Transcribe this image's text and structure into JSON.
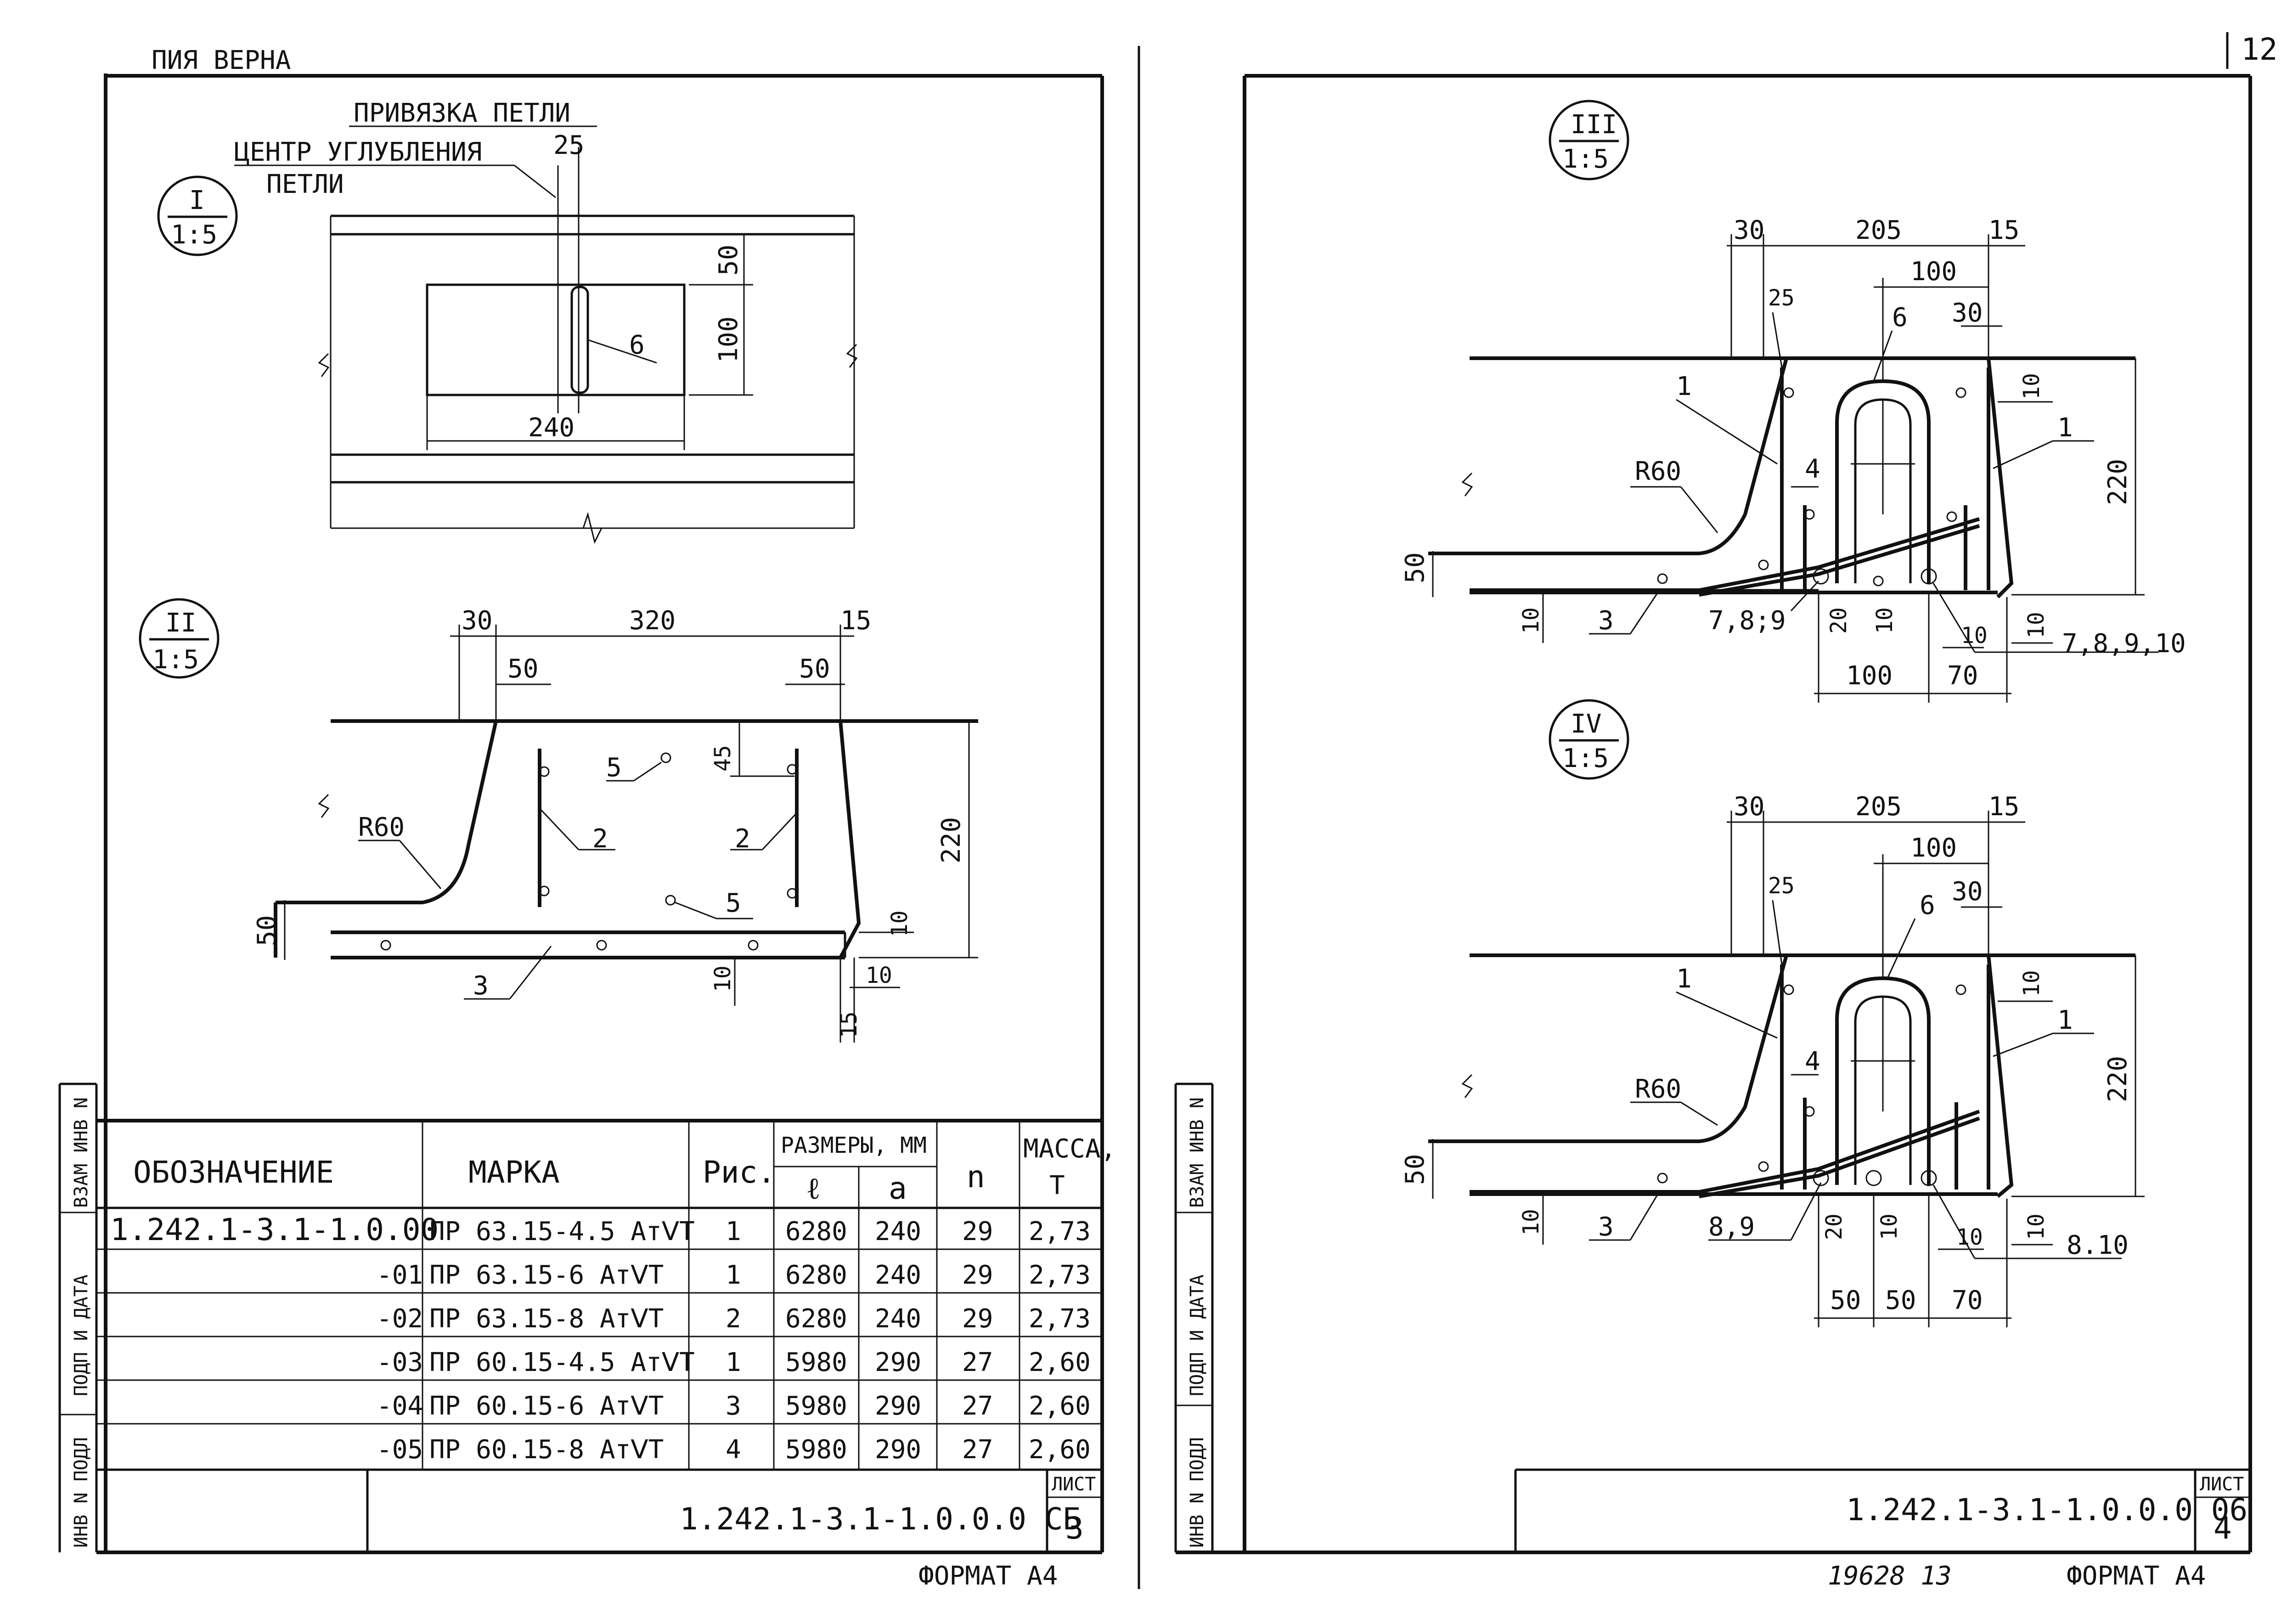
{
  "header": {
    "copy_note": "ПИЯ ВЕРНА",
    "page_number": "12"
  },
  "sheet3": {
    "detail1": {
      "label_num": "I",
      "label_scale": "1:5",
      "anchor_title": "ПРИВЯЗКА ПЕТЛИ",
      "center_label_1": "ЦЕНТР УГЛУБЛЕНИЯ",
      "center_label_2": "ПЕТЛИ",
      "dims": {
        "d25": "25",
        "d50": "50",
        "d100": "100",
        "d240": "240"
      },
      "part": "6"
    },
    "detail2": {
      "label_num": "II",
      "label_scale": "1:5",
      "dims": {
        "d30": "30",
        "d320": "320",
        "d15": "15",
        "d50a": "50",
        "d50b": "50",
        "d45": "45",
        "d220": "220",
        "d50side": "50",
        "d10a": "10",
        "d10b": "10",
        "d10c": "10",
        "d15b": "15"
      },
      "radius": "R60",
      "parts": {
        "p2a": "2",
        "p2b": "2",
        "p3": "3",
        "p5a": "5",
        "p5b": "5"
      }
    },
    "side_stamp": {
      "s1": "ВЗАМ ИНВ N",
      "s2": "ПОДП И ДАТА",
      "s3": "ИНВ N ПОДЛ"
    },
    "table": {
      "headers": {
        "designation": "ОБОЗНАЧЕНИЕ",
        "mark": "МАРКА",
        "fig": "Рис.",
        "dims": "РАЗМЕРЫ, ММ",
        "l": "ℓ",
        "a": "a",
        "n": "n",
        "mass_1": "МАССА,",
        "mass_2": "Т"
      },
      "rows": [
        {
          "designation": "1.242.1-3.1-1.0.00",
          "mark": "ПР 63.15-4.5 АтⅤТ",
          "fig": "1",
          "l": "6280",
          "a": "240",
          "n": "29",
          "mass": "2,73"
        },
        {
          "designation": "-01",
          "mark": "ПР 63.15-6 АтⅤТ",
          "fig": "1",
          "l": "6280",
          "a": "240",
          "n": "29",
          "mass": "2,73"
        },
        {
          "designation": "-02",
          "mark": "ПР 63.15-8 АтⅤТ",
          "fig": "2",
          "l": "6280",
          "a": "240",
          "n": "29",
          "mass": "2,73"
        },
        {
          "designation": "-03",
          "mark": "ПР 60.15-4.5 АтⅤТ",
          "fig": "1",
          "l": "5980",
          "a": "290",
          "n": "27",
          "mass": "2,60"
        },
        {
          "designation": "-04",
          "mark": "ПР 60.15-6 АтⅤТ",
          "fig": "3",
          "l": "5980",
          "a": "290",
          "n": "27",
          "mass": "2,60"
        },
        {
          "designation": "-05",
          "mark": "ПР 60.15-8 АтⅤТ",
          "fig": "4",
          "l": "5980",
          "a": "290",
          "n": "27",
          "mass": "2,60"
        }
      ]
    },
    "title_block": {
      "code": "1.242.1-3.1-1.0.0.0 СБ",
      "sheet_label": "ЛИСТ",
      "sheet_num": "3"
    },
    "format": "ФОРМАТ А4"
  },
  "sheet4": {
    "detail3": {
      "label_num": "III",
      "label_scale": "1:5",
      "dims": {
        "d30": "30",
        "d205": "205",
        "d15": "15",
        "d100top": "100",
        "d25": "25",
        "d30b": "30",
        "d10r": "10",
        "d220": "220",
        "d50": "50",
        "d10l": "10",
        "d20": "20",
        "d10m": "10",
        "d10n": "10",
        "d10o": "10",
        "d100b": "100",
        "d70": "70"
      },
      "radius": "R60",
      "parts": {
        "p1a": "1",
        "p1b": "1",
        "p4": "4",
        "p6": "6",
        "p3": "3",
        "p789": "7,8;9",
        "p78910": "7,8,9,10"
      }
    },
    "detail4": {
      "label_num": "IV",
      "label_scale": "1:5",
      "dims": {
        "d30": "30",
        "d205": "205",
        "d15": "15",
        "d100top": "100",
        "d25": "25",
        "d30b": "30",
        "d10r": "10",
        "d220": "220",
        "d50": "50",
        "d10l": "10",
        "d20": "20",
        "d10m": "10",
        "d10n": "10",
        "d10o": "10",
        "d50a": "50",
        "d50b": "50",
        "d70": "70"
      },
      "radius": "R60",
      "parts": {
        "p1a": "1",
        "p1b": "1",
        "p4": "4",
        "p6": "6",
        "p3": "3",
        "p89": "8,9",
        "p810": "8.10"
      }
    },
    "side_stamp": {
      "s1": "ВЗАМ ИНВ N",
      "s2": "ПОДП И ДАТА",
      "s3": "ИНВ N ПОДЛ"
    },
    "title_block": {
      "code": "1.242.1-3.1-1.0.0.0 06",
      "sheet_label": "ЛИСТ",
      "sheet_num": "4"
    },
    "archive_num": "19628 13",
    "format": "ФОРМАТ А4"
  }
}
